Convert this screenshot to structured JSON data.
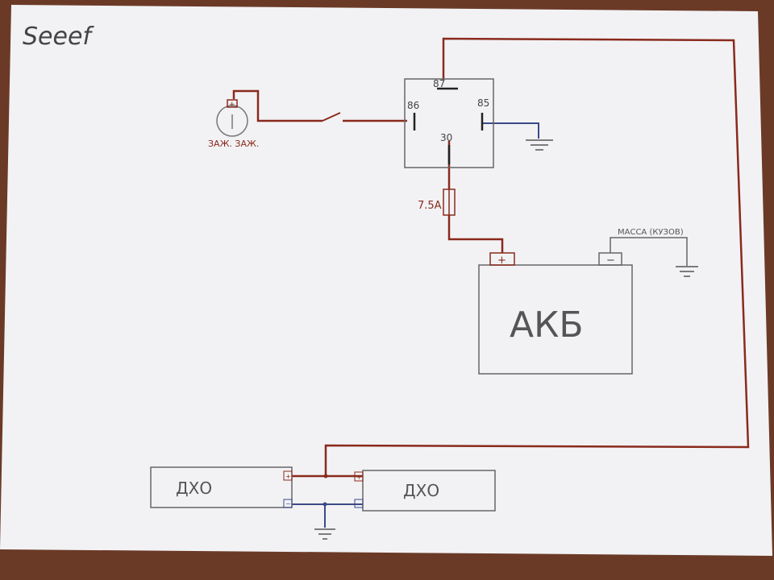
{
  "signature": "Seeef",
  "ignition": {
    "label": "ЗАЖ. ЗАЖ.",
    "plus": "+"
  },
  "relay": {
    "pin_87": "87",
    "pin_86": "86",
    "pin_85": "85",
    "pin_30": "30"
  },
  "fuse": {
    "label": "7.5A"
  },
  "battery": {
    "label": "АКБ",
    "plus": "+",
    "minus": "−"
  },
  "ground_label": "МАССА (КУЗОВ)",
  "drl_left": {
    "label": "ДХО",
    "plus": "+",
    "minus": "−"
  },
  "drl_right": {
    "label": "ДХО",
    "plus": "+",
    "minus": "−"
  },
  "colors": {
    "paper": "#f4f4f6",
    "wire_red": "#8a2a1c",
    "wire_blue": "#3b4a86",
    "pencil": "#5a5a5a",
    "background": "#6b3a26"
  }
}
